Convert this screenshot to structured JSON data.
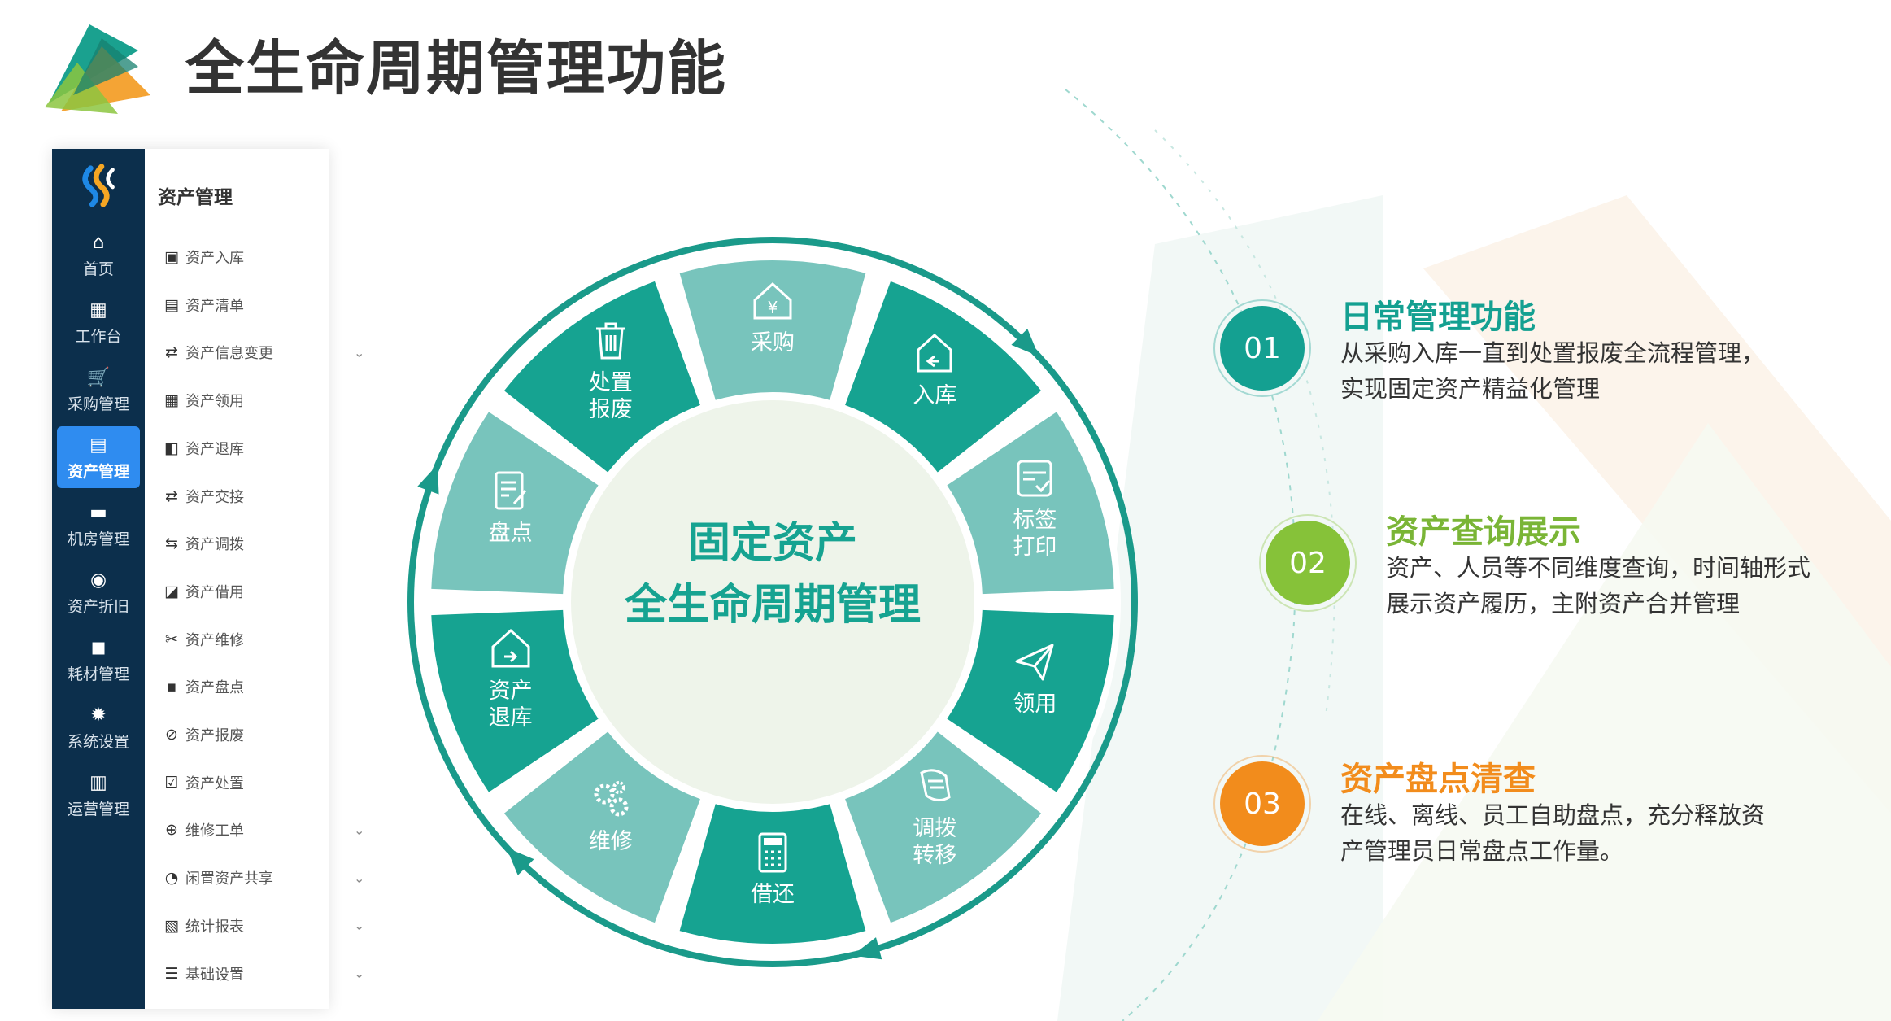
{
  "page": {
    "title": "全生命周期管理功能"
  },
  "app": {
    "rail_items": [
      {
        "icon": "home-icon",
        "label": "首页"
      },
      {
        "icon": "grid-icon",
        "label": "工作台"
      },
      {
        "icon": "cart-icon",
        "label": "采购管理"
      },
      {
        "icon": "asset-doc-icon",
        "label": "资产管理",
        "active": true
      },
      {
        "icon": "monitor-icon",
        "label": "机房管理"
      },
      {
        "icon": "depreciation-icon",
        "label": "资产折旧"
      },
      {
        "icon": "box-icon",
        "label": "耗材管理"
      },
      {
        "icon": "gear-icon",
        "label": "系统设置"
      },
      {
        "icon": "bar-chart-icon",
        "label": "运营管理"
      }
    ],
    "submenu_title": "资产管理",
    "submenu_items": [
      {
        "label": "资产入库",
        "icon": "inbox-icon",
        "has_chevron": false
      },
      {
        "label": "资产清单",
        "icon": "list-icon",
        "has_chevron": false
      },
      {
        "label": "资产信息变更",
        "icon": "swap-icon",
        "has_chevron": true
      },
      {
        "label": "资产领用",
        "icon": "receive-icon",
        "has_chevron": false
      },
      {
        "label": "资产退库",
        "icon": "return-icon",
        "has_chevron": false
      },
      {
        "label": "资产交接",
        "icon": "handover-icon",
        "has_chevron": false
      },
      {
        "label": "资产调拨",
        "icon": "transfer-icon",
        "has_chevron": false
      },
      {
        "label": "资产借用",
        "icon": "borrow-icon",
        "has_chevron": false
      },
      {
        "label": "资产维修",
        "icon": "repair-icon",
        "has_chevron": false
      },
      {
        "label": "资产盘点",
        "icon": "inventory-icon",
        "has_chevron": false
      },
      {
        "label": "资产报废",
        "icon": "scrap-icon",
        "has_chevron": false
      },
      {
        "label": "资产处置",
        "icon": "dispose-icon",
        "has_chevron": false
      },
      {
        "label": "维修工单",
        "icon": "work-order-icon",
        "has_chevron": true
      },
      {
        "label": "闲置资产共享",
        "icon": "share-icon",
        "has_chevron": true
      },
      {
        "label": "统计报表",
        "icon": "report-icon",
        "has_chevron": true
      },
      {
        "label": "基础设置",
        "icon": "settings-icon",
        "has_chevron": true
      }
    ]
  },
  "diagram": {
    "center_line1": "固定资产",
    "center_line2": "全生命周期管理",
    "segments": [
      {
        "label": "采购",
        "icon": "purchase-icon",
        "shade": "light"
      },
      {
        "label": "入库",
        "icon": "stock-in-icon",
        "shade": "dark"
      },
      {
        "label": "标签\n打印",
        "icon": "label-print-icon",
        "shade": "light"
      },
      {
        "label": "领用",
        "icon": "send-icon",
        "shade": "dark"
      },
      {
        "label": "调拨\n转移",
        "icon": "transfer-scroll-icon",
        "shade": "light"
      },
      {
        "label": "借还",
        "icon": "calculator-icon",
        "shade": "dark"
      },
      {
        "label": "维修",
        "icon": "gears-icon",
        "shade": "light"
      },
      {
        "label": "资产\n退库",
        "icon": "house-return-icon",
        "shade": "dark"
      },
      {
        "label": "盘点",
        "icon": "checklist-icon",
        "shade": "light"
      },
      {
        "label": "处置\n报废",
        "icon": "trash-icon",
        "shade": "dark"
      }
    ],
    "colors": {
      "dark": "#16a391",
      "light": "#78c4bc",
      "center": "#eef4ea",
      "ring": "#1a9a8a"
    }
  },
  "features": [
    {
      "num": "01",
      "title": "日常管理功能",
      "desc": "从采购入库一直到处置报废全流程管理，实现固定资产精益化管理",
      "color": "#14a091",
      "title_color": "#14a091"
    },
    {
      "num": "02",
      "title": "资产查询展示",
      "desc": "资产、人员等不同维度查询，时间轴形式展示资产履历，主附资产合并管理",
      "color": "#86c239",
      "title_color": "#7ab536"
    },
    {
      "num": "03",
      "title": "资产盘点清查",
      "desc": "在线、离线、员工自助盘点，充分释放资产管理员日常盘点工作量。",
      "color": "#f28c1c",
      "title_color": "#f28c1c"
    }
  ]
}
